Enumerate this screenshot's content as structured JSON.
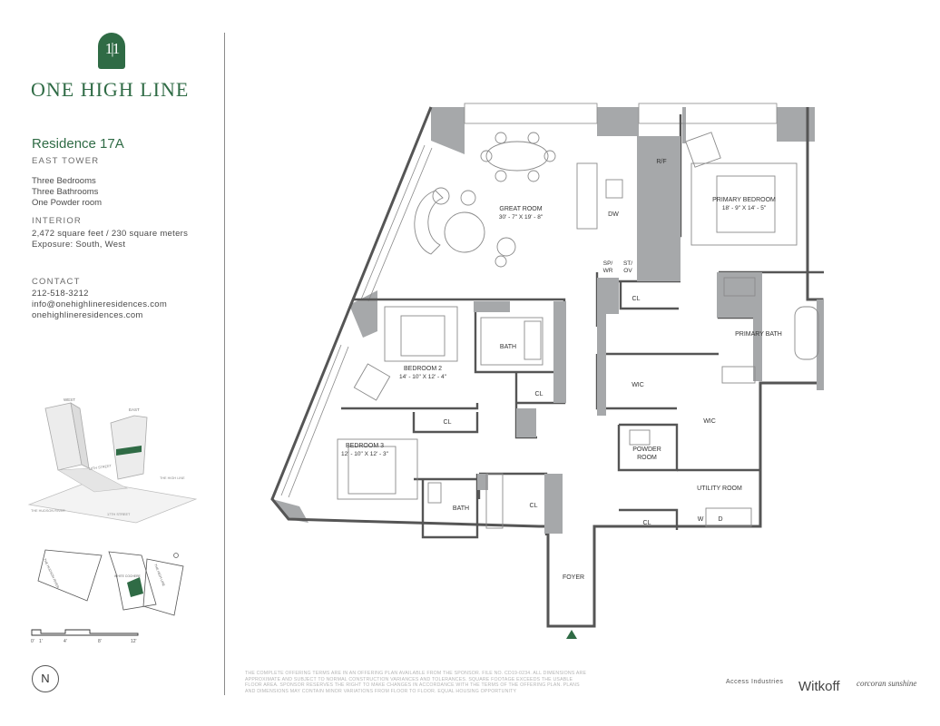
{
  "brand": {
    "monogram": "1|1",
    "name": "ONE HIGH LINE"
  },
  "residence": {
    "title": "Residence 17A",
    "tower": "EAST TOWER",
    "rooms": [
      "Three Bedrooms",
      "Three Bathrooms",
      "One Powder room"
    ]
  },
  "interior": {
    "heading": "INTERIOR",
    "area": "2,472 square feet / 230 square meters",
    "exposure": "Exposure: South, West"
  },
  "contact": {
    "heading": "CONTACT",
    "phone": "212-518-3212",
    "email": "info@onehighlineresidences.com",
    "website": "onehighlineresidences.com"
  },
  "keymap": {
    "west_label": "WEST",
    "east_label": "EAST",
    "street_1": "18TH STREET",
    "street_2": "17TH STREET",
    "river": "THE HUDSON RIVER",
    "highline": "THE HIGH LINE"
  },
  "sitemap": {
    "river": "THE HUDSON RIVER",
    "highline": "THE HIGH LINE",
    "court": "WHITE COCHERE"
  },
  "scale": [
    "0'",
    "1'",
    "4'",
    "8'",
    "12'"
  ],
  "north": "N",
  "plan": {
    "great_room": {
      "name": "GREAT ROOM",
      "dims": "30' - 7\" X 19' - 8\""
    },
    "primary_bedroom": {
      "name": "PRIMARY BEDROOM",
      "dims": "18' - 9\" X 14' - 5\""
    },
    "bedroom_2": {
      "name": "BEDROOM 2",
      "dims": "14' - 10\" X 12' - 4\""
    },
    "bedroom_3": {
      "name": "BEDROOM 3",
      "dims": "12' - 10\" X 12' - 3\""
    },
    "primary_bath": "PRIMARY BATH",
    "bath": "BATH",
    "cl": "CL",
    "wic": "WIC",
    "powder": [
      "POWDER",
      "ROOM"
    ],
    "utility": "UTILITY ROOM",
    "foyer": "FOYER",
    "rf": "R/F",
    "dw": "DW",
    "sp_wr": [
      "SP/",
      "WR"
    ],
    "st_ov": [
      "ST/",
      "OV"
    ],
    "w": "W",
    "d": "D"
  },
  "disclaimer": "THE COMPLETE OFFERING TERMS ARE IN AN OFFERING PLAN AVAILABLE FROM THE SPONSOR. FILE NO. CD19-0234. ALL DIMENSIONS ARE APPROXIMATE AND SUBJECT TO NORMAL CONSTRUCTION VARIANCES AND TOLERANCES. SQUARE FOOTAGE EXCEEDS THE USABLE FLOOR AREA. SPONSOR RESERVES THE RIGHT TO MAKE CHANGES IN ACCORDANCE WITH THE TERMS OF THE OFFERING PLAN. PLANS AND DIMENSIONS MAY CONTAIN MINOR VARIATIONS FROM FLOOR TO FLOOR. EQUAL HOUSING OPPORTUNITY",
  "partners": [
    "Access Industries",
    "Witkoff",
    "corcoran sunshine"
  ],
  "colors": {
    "brand_green": "#2f6b45",
    "wall_gray": "#a6a8aa"
  }
}
